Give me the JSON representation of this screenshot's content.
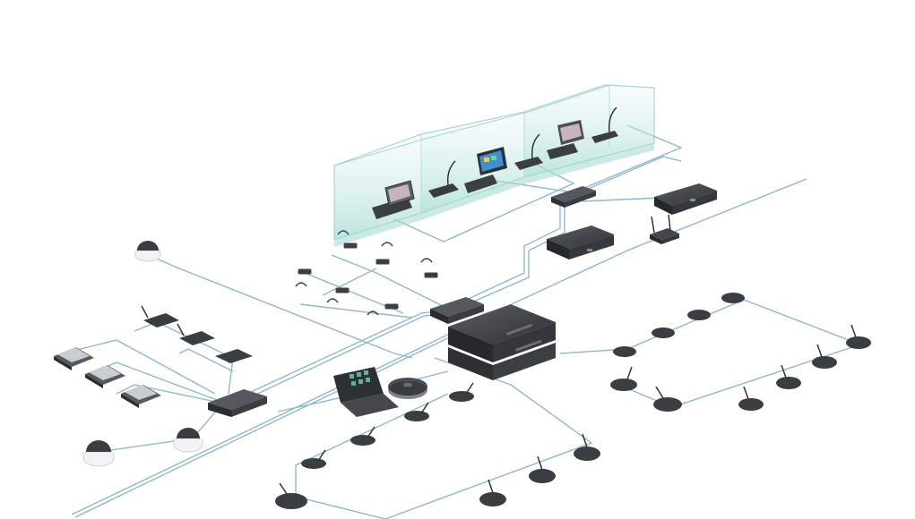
{
  "colors": {
    "background": "#ffffff",
    "cable": "#8fb8cc",
    "device_dark": "#2d2f33",
    "device_mid": "#45484d",
    "device_light": "#6a6e74",
    "glass": "#bfe6e2",
    "dome": "#eef0f2",
    "screen": "#3f8fd6"
  },
  "devices": [
    {
      "name": "central-control-unit",
      "icon": "server-stack-icon"
    },
    {
      "name": "network-switch",
      "icon": "switch-icon"
    },
    {
      "name": "media-processor",
      "icon": "box-icon"
    },
    {
      "name": "wifi-router",
      "icon": "router-icon"
    },
    {
      "name": "laptop",
      "icon": "laptop-icon"
    },
    {
      "name": "loudspeaker-puck",
      "icon": "speaker-icon"
    },
    {
      "name": "dome-camera",
      "icon": "camera-icon"
    },
    {
      "name": "interpreter-desk",
      "icon": "interpreter-desk-icon"
    },
    {
      "name": "delegate-unit",
      "icon": "microphone-icon"
    },
    {
      "name": "headphone-receiver",
      "icon": "headphones-icon"
    },
    {
      "name": "touchscreen-unit",
      "icon": "touchscreen-icon"
    }
  ]
}
